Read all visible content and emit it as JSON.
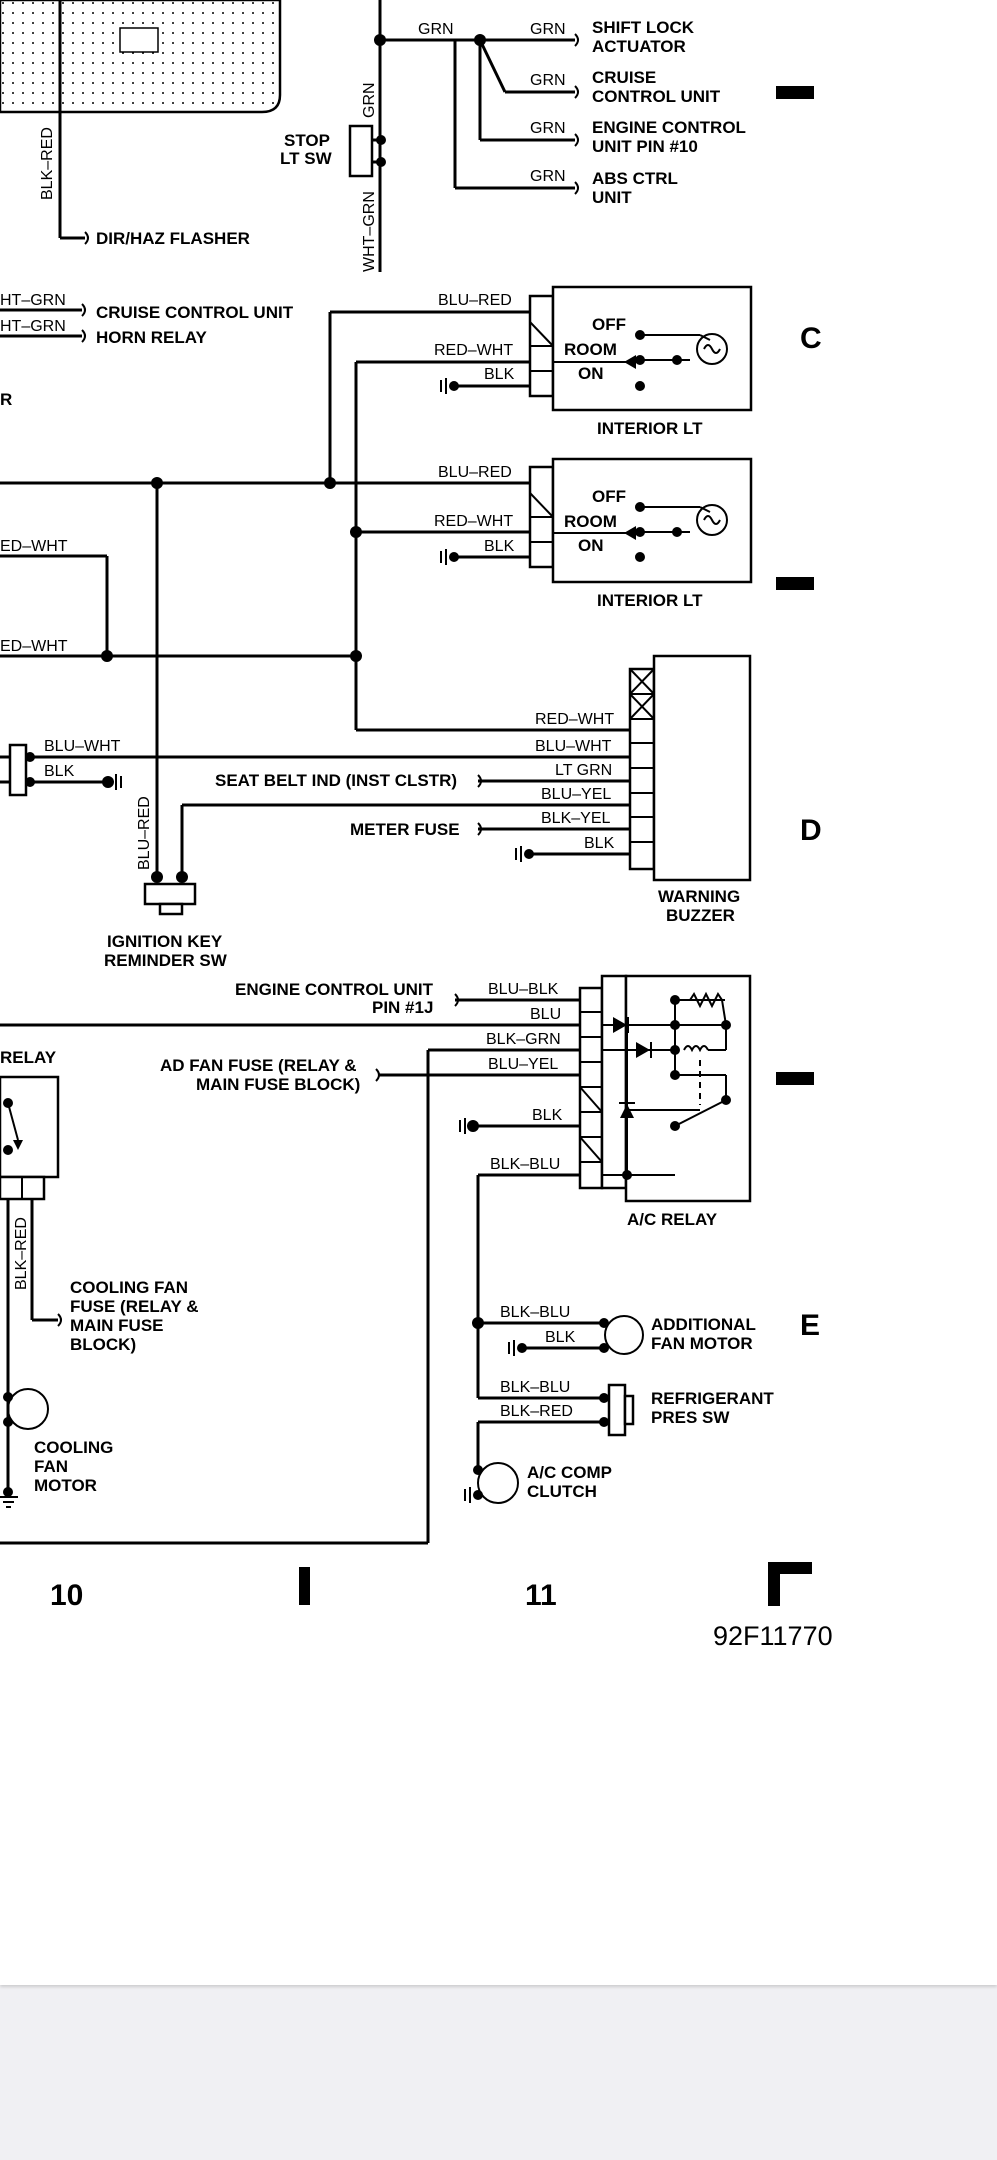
{
  "diagram": {
    "wire_colors": {
      "grn": "GRN",
      "blk_red": "BLK–RED",
      "wht_grn": "WHT–GRN",
      "wht_grn_partial_1": "HT–GRN",
      "wht_grn_partial_2": "HT–GRN",
      "blu_red": "BLU–RED",
      "red_wht": "RED–WHT",
      "red_wht_partial": "ED–WHT",
      "blk": "BLK",
      "blu_wht": "BLU–WHT",
      "lt_grn": "LT GRN",
      "blu_yel": "BLU–YEL",
      "blk_yel": "BLK–YEL",
      "blu_blk": "BLU–BLK",
      "blu": "BLU",
      "blk_grn": "BLK–GRN",
      "blk_blu": "BLK–BLU"
    },
    "components": {
      "shift_lock_line1": "SHIFT LOCK",
      "shift_lock_line2": "ACTUATOR",
      "cruise_line1": "CRUISE",
      "cruise_line2": "CONTROL UNIT",
      "ecu_line1": "ENGINE CONTROL",
      "ecu_line2": "UNIT PIN #10",
      "abs_line1": "ABS CTRL",
      "abs_line2": "UNIT",
      "stop_line1": "STOP",
      "stop_line2": "LT SW",
      "dir_haz": "DIR/HAZ FLASHER",
      "cruise_unit": "CRUISE CONTROL UNIT",
      "horn_relay": "HORN RELAY",
      "partial_r": "R",
      "switch_off": "OFF",
      "switch_room": "ROOM",
      "switch_on": "ON",
      "interior_lt": "INTERIOR LT",
      "seat_belt": "SEAT BELT IND (INST CLSTR)",
      "meter_fuse": "METER FUSE",
      "warning_line1": "WARNING",
      "warning_line2": "BUZZER",
      "ign_line1": "IGNITION KEY",
      "ign_line2": "REMINDER SW",
      "ecu_1j_line1": "ENGINE CONTROL UNIT",
      "ecu_1j_line2": "PIN #1J",
      "relay_partial": "RELAY",
      "ad_fan_line1": "AD FAN FUSE (RELAY &",
      "ad_fan_line2": "MAIN FUSE BLOCK)",
      "ac_relay": "A/C RELAY",
      "cool_fuse_line1": "COOLING FAN",
      "cool_fuse_line2": "FUSE (RELAY &",
      "cool_fuse_line3": "MAIN FUSE",
      "cool_fuse_line4": "BLOCK)",
      "add_fan_line1": "ADDITIONAL",
      "add_fan_line2": "FAN MOTOR",
      "refrig_line1": "REFRIGERANT",
      "refrig_line2": "PRES SW",
      "ac_comp_line1": "A/C COMP",
      "ac_comp_line2": "CLUTCH",
      "cool_motor_line1": "COOLING",
      "cool_motor_line2": "FAN",
      "cool_motor_line3": "MOTOR"
    },
    "grid": {
      "row_c": "C",
      "row_d": "D",
      "row_e": "E",
      "col_10": "10",
      "col_11": "11"
    },
    "figure_code": "92F11770"
  },
  "colors": {
    "page": "#ffffff",
    "background": "#f0f0f3",
    "ink": "#000000",
    "shaded_area": "#000000"
  }
}
